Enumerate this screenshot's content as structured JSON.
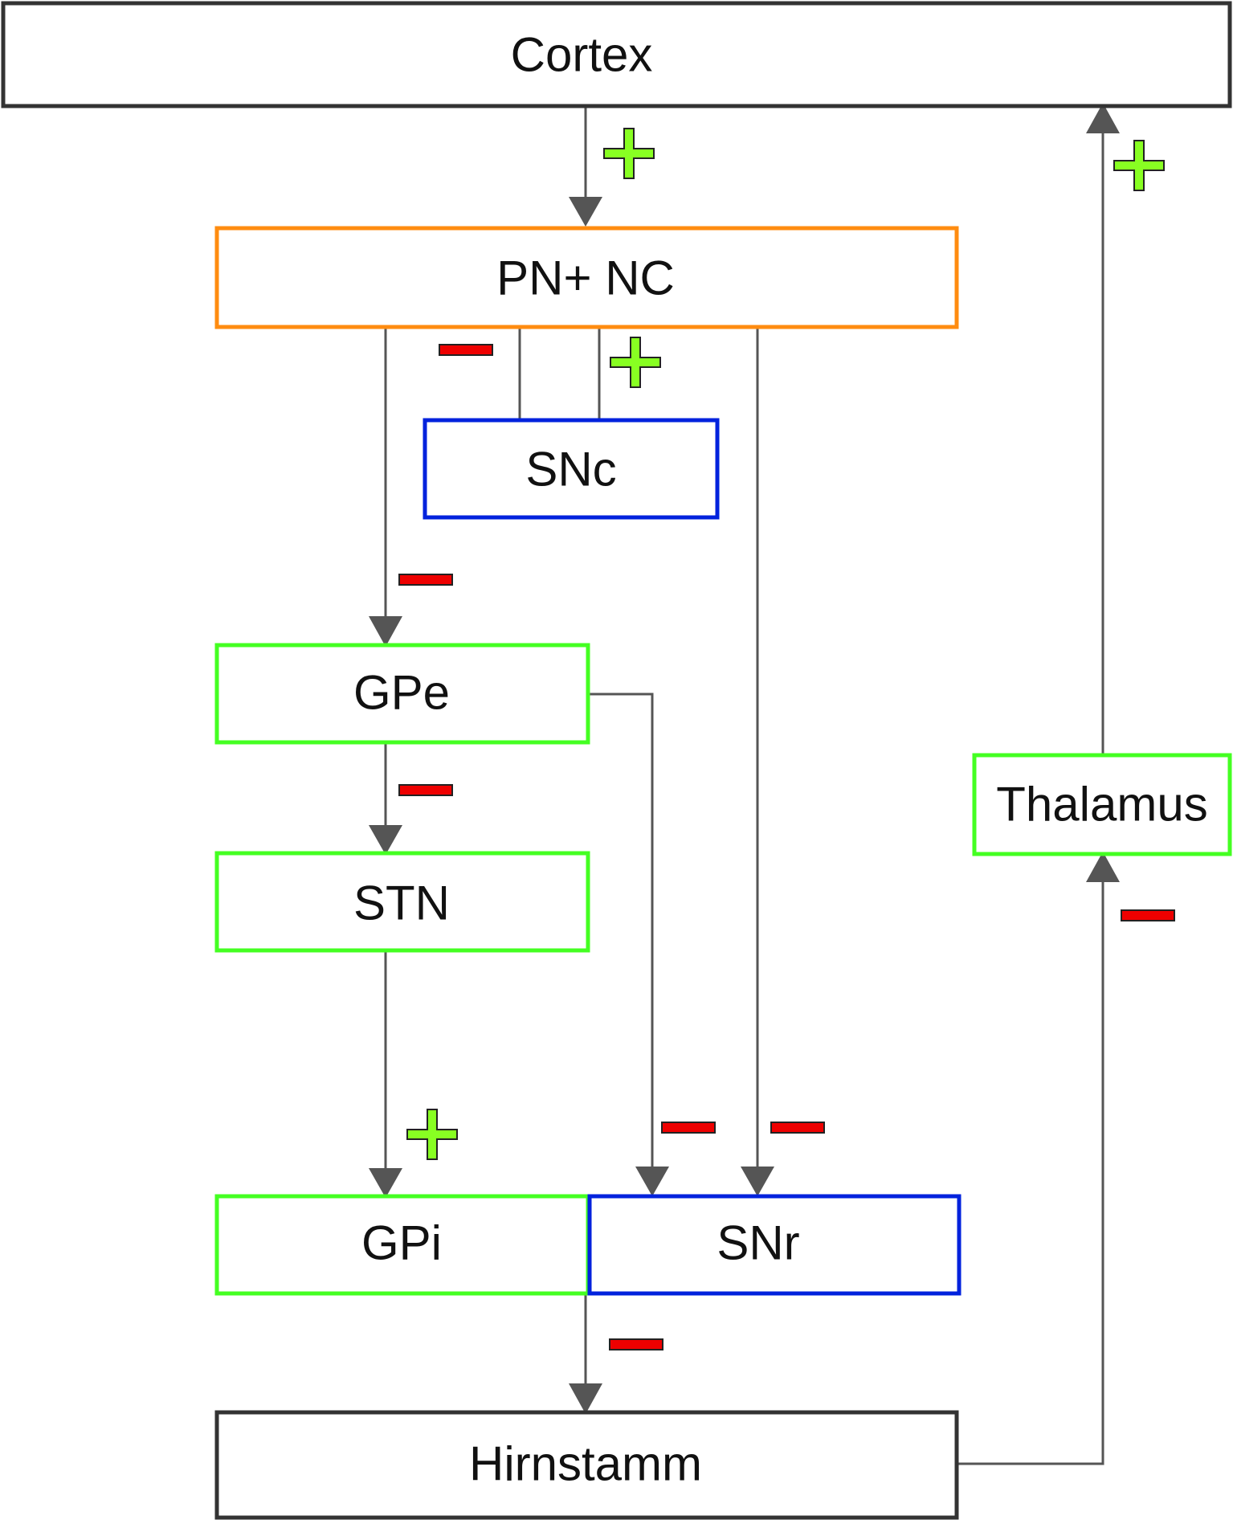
{
  "colors": {
    "line": "#555555",
    "neutral_border": "#333333",
    "orange_border": "#ff8c10",
    "green_border": "#44ff22",
    "blue_border": "#0022dd",
    "plus_fill": "#88ff22",
    "minus_fill": "#ee0000"
  },
  "nodes": {
    "cortex": "Cortex",
    "pn_nc": "PN+ NC",
    "snc": "SNc",
    "gpe": "GPe",
    "stn": "STN",
    "gpi": "GPi",
    "snr": "SNr",
    "thalamus": "Thalamus",
    "hirnstamm": "Hirnstamm"
  },
  "edges": [
    {
      "from": "Cortex",
      "to": "PN+ NC",
      "sign": "plus"
    },
    {
      "from": "SNc",
      "to": "PN+ NC",
      "sign": "minus"
    },
    {
      "from": "SNc",
      "to": "PN+ NC",
      "sign": "plus"
    },
    {
      "from": "PN+ NC",
      "to": "GPe",
      "sign": "minus"
    },
    {
      "from": "PN+ NC",
      "to": "SNr",
      "sign": "minus"
    },
    {
      "from": "GPe",
      "to": "STN",
      "sign": "minus"
    },
    {
      "from": "GPe",
      "to": "SNr",
      "sign": "minus"
    },
    {
      "from": "STN",
      "to": "GPi",
      "sign": "plus"
    },
    {
      "from": "GPi",
      "to": "Hirnstamm",
      "sign": "minus"
    },
    {
      "from": "Hirnstamm",
      "to": "Thalamus",
      "sign": "minus"
    },
    {
      "from": "Thalamus",
      "to": "Cortex",
      "sign": "plus"
    }
  ]
}
